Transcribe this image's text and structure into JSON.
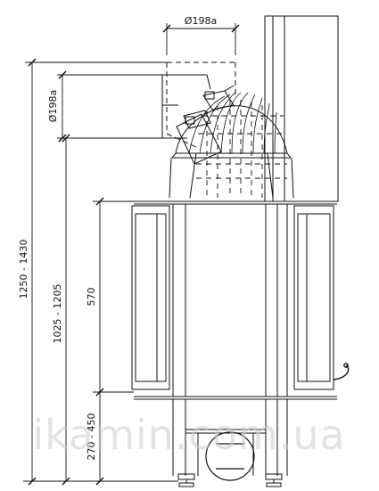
{
  "dimensions": {
    "top_pipe_diameter": "Ø198a",
    "side_pipe_diameter": "Ø198a",
    "total_height": "1250 - 1430",
    "outlet_height": "1025 - 1205",
    "door_height": "570",
    "base_height": "270 - 450"
  },
  "watermark": "ikamin.com.ua",
  "colors": {
    "line": "#111111",
    "background": "#ffffff",
    "watermark": "#c9ccd2"
  }
}
